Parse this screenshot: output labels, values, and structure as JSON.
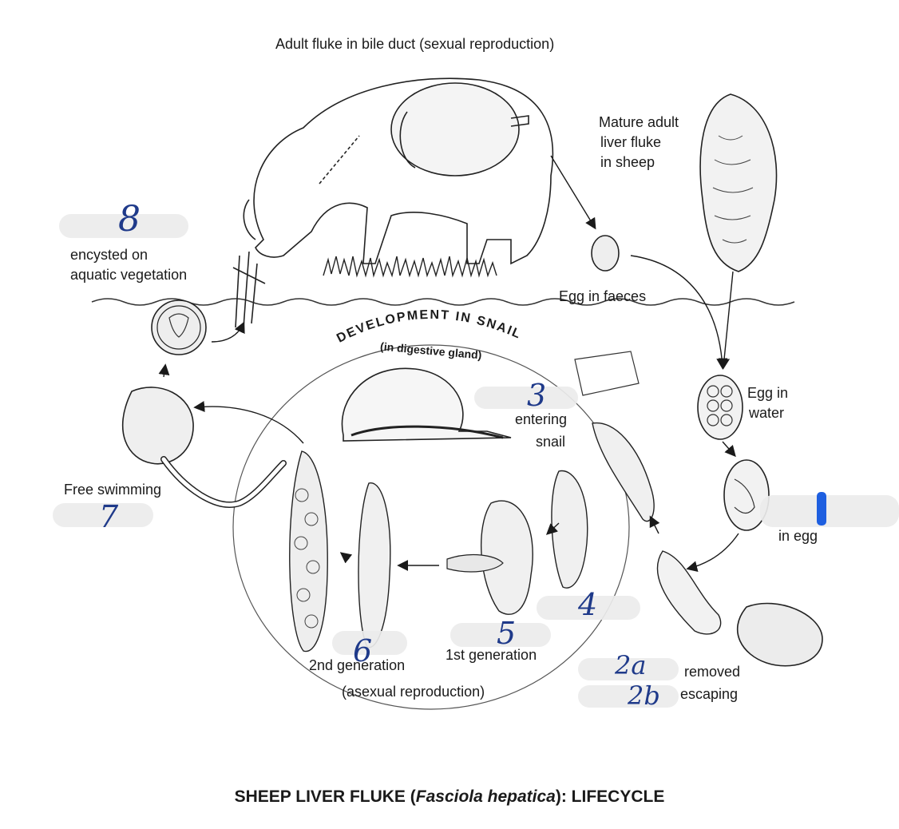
{
  "labels": {
    "adult_fluke": "Adult fluke in bile duct (sexual reproduction)",
    "mature_adult": [
      "Mature adult",
      "liver fluke",
      "in sheep"
    ],
    "egg_faeces": "Egg in faeces",
    "egg_water": [
      "Egg in",
      "water"
    ],
    "in_egg": "in egg",
    "encysted": [
      "encysted on",
      "aquatic vegetation"
    ],
    "development": "DEVELOPMENT IN SNAIL",
    "digestive": "(in digestive gland)",
    "entering": [
      "entering",
      "snail"
    ],
    "free_swimming": "Free swimming",
    "second_gen": "2nd generation",
    "first_gen": "1st generation",
    "asexual": "(asexual reproduction)",
    "removed": "removed",
    "escaping": "escaping"
  },
  "title": {
    "prefix": "SHEEP LIVER FLUKE (",
    "italic": "Fasciola hepatica",
    "suffix": "): LIFECYCLE"
  },
  "handwritten": {
    "n8": "8",
    "n3": "3",
    "n7": "7",
    "n4": "4",
    "n5": "5",
    "n6": "6",
    "n2a": "2a",
    "n2b": "2b"
  },
  "colors": {
    "ink": "#1a1a1a",
    "handwriting": "#1f3a8a",
    "marker": "#1e5fe0",
    "mask": "#ececec"
  }
}
